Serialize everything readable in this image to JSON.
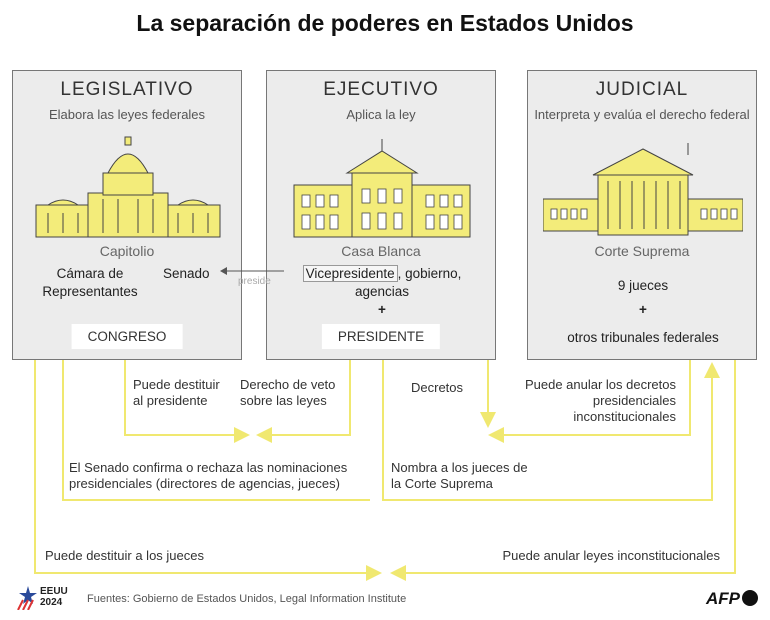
{
  "title": "La separación de poderes en Estados Unidos",
  "legislative": {
    "name": "LEGISLATIVO",
    "subtitle": "Elabora las leyes federales",
    "building": "Capitolio",
    "chamber": "Cámara de Representantes",
    "senate": "Senado",
    "tag": "CONGRESO"
  },
  "executive": {
    "name": "EJECUTIVO",
    "subtitle": "Aplica la ley",
    "building": "Casa Blanca",
    "vp": "Vicepresidente",
    "rest": ", gobierno,",
    "agencies": "agencias",
    "plus": "+",
    "tag": "PRESIDENTE",
    "presides": "preside"
  },
  "judicial": {
    "name": "JUDICIAL",
    "subtitle": "Interpreta y evalúa el derecho federal",
    "building": "Corte Suprema",
    "judges": "9 jueces",
    "plus": "+",
    "courts": "otros tribunales federales"
  },
  "relations": {
    "impeach_president": "Puede destituir al presidente",
    "veto": "Derecho de veto sobre las leyes",
    "decrees": "Decretos",
    "annul_decrees": "Puede anular los decretos presidenciales inconstitucionales",
    "senate_confirms": "El Senado confirma o rechaza las nominaciones presidenciales (directores de agencias, jueces)",
    "nominates_judges": "Nombra a los jueces de la Corte Suprema",
    "impeach_judges": "Puede destituir a los jueces",
    "annul_laws": "Puede anular leyes inconstitucionales"
  },
  "footer": {
    "sources": "Fuentes: Gobierno de Estados Unidos, Legal Information Institute",
    "logo_event": "EEUU 2024",
    "logo_agency": "AFP"
  },
  "colors": {
    "line": "#f0e870",
    "building": "#f3ec7a"
  }
}
